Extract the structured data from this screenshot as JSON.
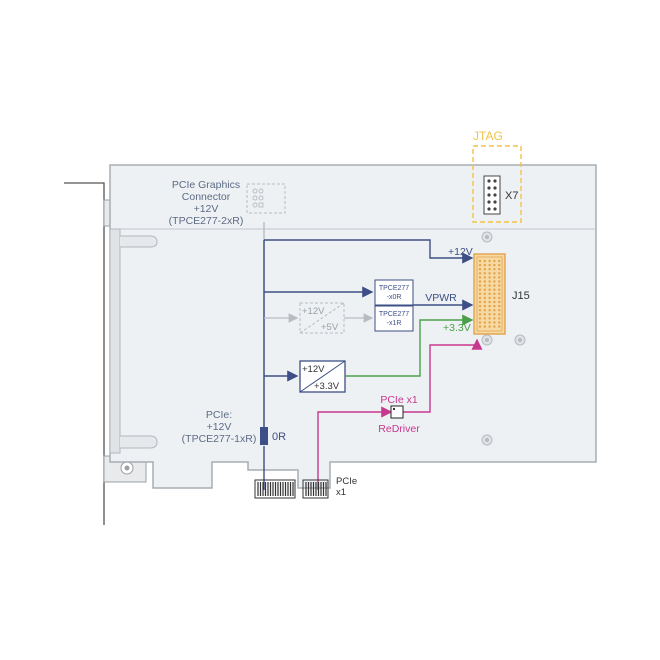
{
  "labels": {
    "jtag": "JTAG",
    "x7": "X7",
    "j15": "J15",
    "gfx_line1": "PCIe Graphics",
    "gfx_line2": "Connector",
    "gfx_line3": "+12V",
    "gfx_line4": "(TPCE277-2xR)",
    "pcie_line1": "PCIe:",
    "pcie_line2": "+12V",
    "pcie_line3": "(TPCE277-1xR)",
    "zero_r": "0R",
    "rail_12v_top": "+12V",
    "tpce_x0r_1": "TPCE277",
    "tpce_x0r_2": "-x0R",
    "tpce_x1r_1": "TPCE277",
    "tpce_x1r_2": "-x1R",
    "vpwr": "VPWR",
    "rail_33v_right": "+3.3V",
    "conv1_in": "+12V",
    "conv1_out": "+5V",
    "conv2_in": "+12V",
    "conv2_out": "+3.3V",
    "redriver_1": "PCIe x1",
    "redriver_2": "ReDriver",
    "edge_1": "PCIe",
    "edge_2": "x1"
  },
  "colors": {
    "power_12v": "#3d4f86",
    "power_33v": "#4aa04a",
    "pcie_signal": "#c8388f",
    "jtag": "#f2c246",
    "connector_fill": "#f7d9a3",
    "connector_stroke": "#e3a34b",
    "board_fill": "#eef1f3",
    "board_stroke": "#a7adb3",
    "disabled": "#b8bcc1"
  }
}
